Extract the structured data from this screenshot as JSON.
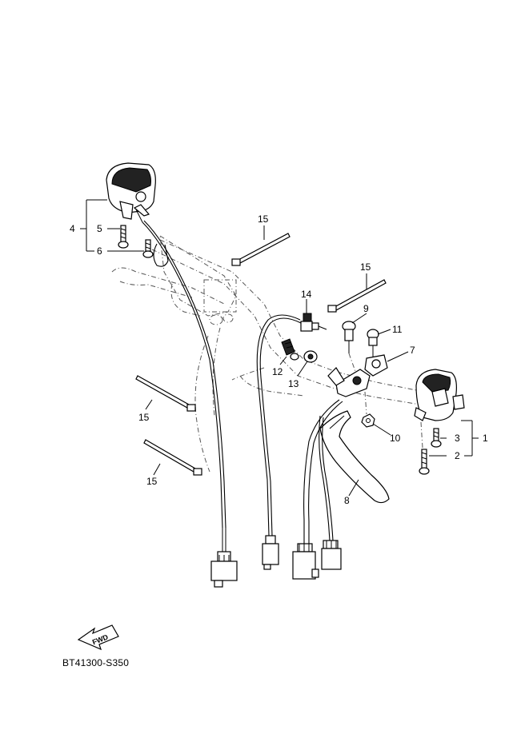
{
  "diagram": {
    "drawing_code": "BT41300-S350",
    "fwd_label": "FWD",
    "callouts": [
      {
        "id": "c1",
        "label": "1"
      },
      {
        "id": "c2",
        "label": "2"
      },
      {
        "id": "c3",
        "label": "3"
      },
      {
        "id": "c4",
        "label": "4"
      },
      {
        "id": "c5",
        "label": "5"
      },
      {
        "id": "c6",
        "label": "6"
      },
      {
        "id": "c7",
        "label": "7"
      },
      {
        "id": "c8",
        "label": "8"
      },
      {
        "id": "c9",
        "label": "9"
      },
      {
        "id": "c10",
        "label": "10"
      },
      {
        "id": "c11",
        "label": "11"
      },
      {
        "id": "c12",
        "label": "12"
      },
      {
        "id": "c13",
        "label": "13"
      },
      {
        "id": "c14",
        "label": "14"
      },
      {
        "id": "c15a",
        "label": "15"
      },
      {
        "id": "c15b",
        "label": "15"
      },
      {
        "id": "c15c",
        "label": "15"
      },
      {
        "id": "c15d",
        "label": "15"
      }
    ]
  }
}
